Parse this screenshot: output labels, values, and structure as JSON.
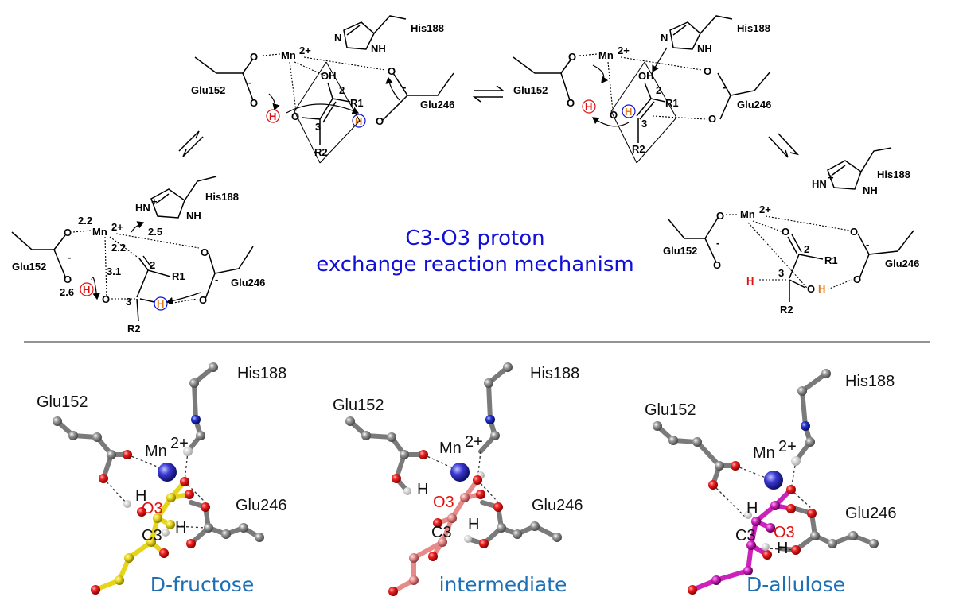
{
  "title": {
    "line1": "C3-O3 proton",
    "line2": "exchange reaction mechanism"
  },
  "labels": {
    "his": "His188",
    "glu152": "Glu152",
    "glu246": "Glu246",
    "mn": "Mn",
    "mn_charge": "2+",
    "r1": "R1",
    "r2": "R2",
    "oh": "OH",
    "nh": "NH",
    "n": "N",
    "hn_plus": "HN",
    "plus": "+",
    "h": "H",
    "o": "O",
    "minus": "-",
    "num2": "2",
    "num3": "3",
    "o3": "O3",
    "c3": "C3"
  },
  "distances": {
    "d1": "2.2",
    "d2": "2.2",
    "d3": "2.5",
    "d4": "3.1",
    "d5": "2.6"
  },
  "colors": {
    "title": "#1010d8",
    "caption": "#1f6fb5",
    "red": "#e01010",
    "orange": "#e07a10",
    "fructose": "#e6d51a",
    "intermediate": "#e68a8a",
    "allulose": "#cc22bb",
    "mn_sphere": "#3333cc",
    "carbon": "#7a7a7a",
    "oxygen": "#dd2222",
    "nitrogen": "#2233cc"
  },
  "panels": [
    {
      "name": "D-fructose",
      "mn": "Mn",
      "mn_charge": "2+"
    },
    {
      "name": "intermediate",
      "mn": "Mn",
      "mn_charge": "2+"
    },
    {
      "name": "D-allulose",
      "mn": "Mn",
      "mn_charge": "2+"
    }
  ]
}
